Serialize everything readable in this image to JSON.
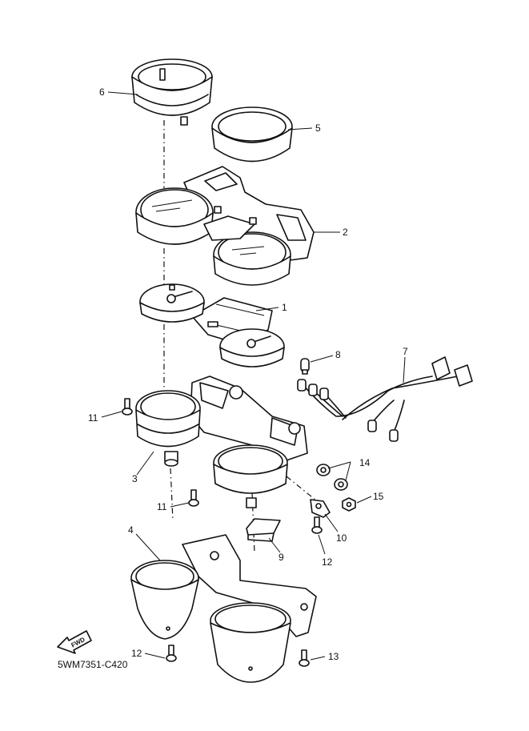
{
  "diagram": {
    "drawing_code": "5WM7351-C420",
    "direction_arrow_label": "FWD",
    "callouts": {
      "c1": "1",
      "c2": "2",
      "c3": "3",
      "c4": "4",
      "c5": "5",
      "c6": "6",
      "c7": "7",
      "c8": "8",
      "c9": "9",
      "c10": "10",
      "c11a": "11",
      "c11b": "11",
      "c12a": "12",
      "c12b": "12",
      "c13": "13",
      "c14": "14",
      "c15": "15"
    }
  }
}
